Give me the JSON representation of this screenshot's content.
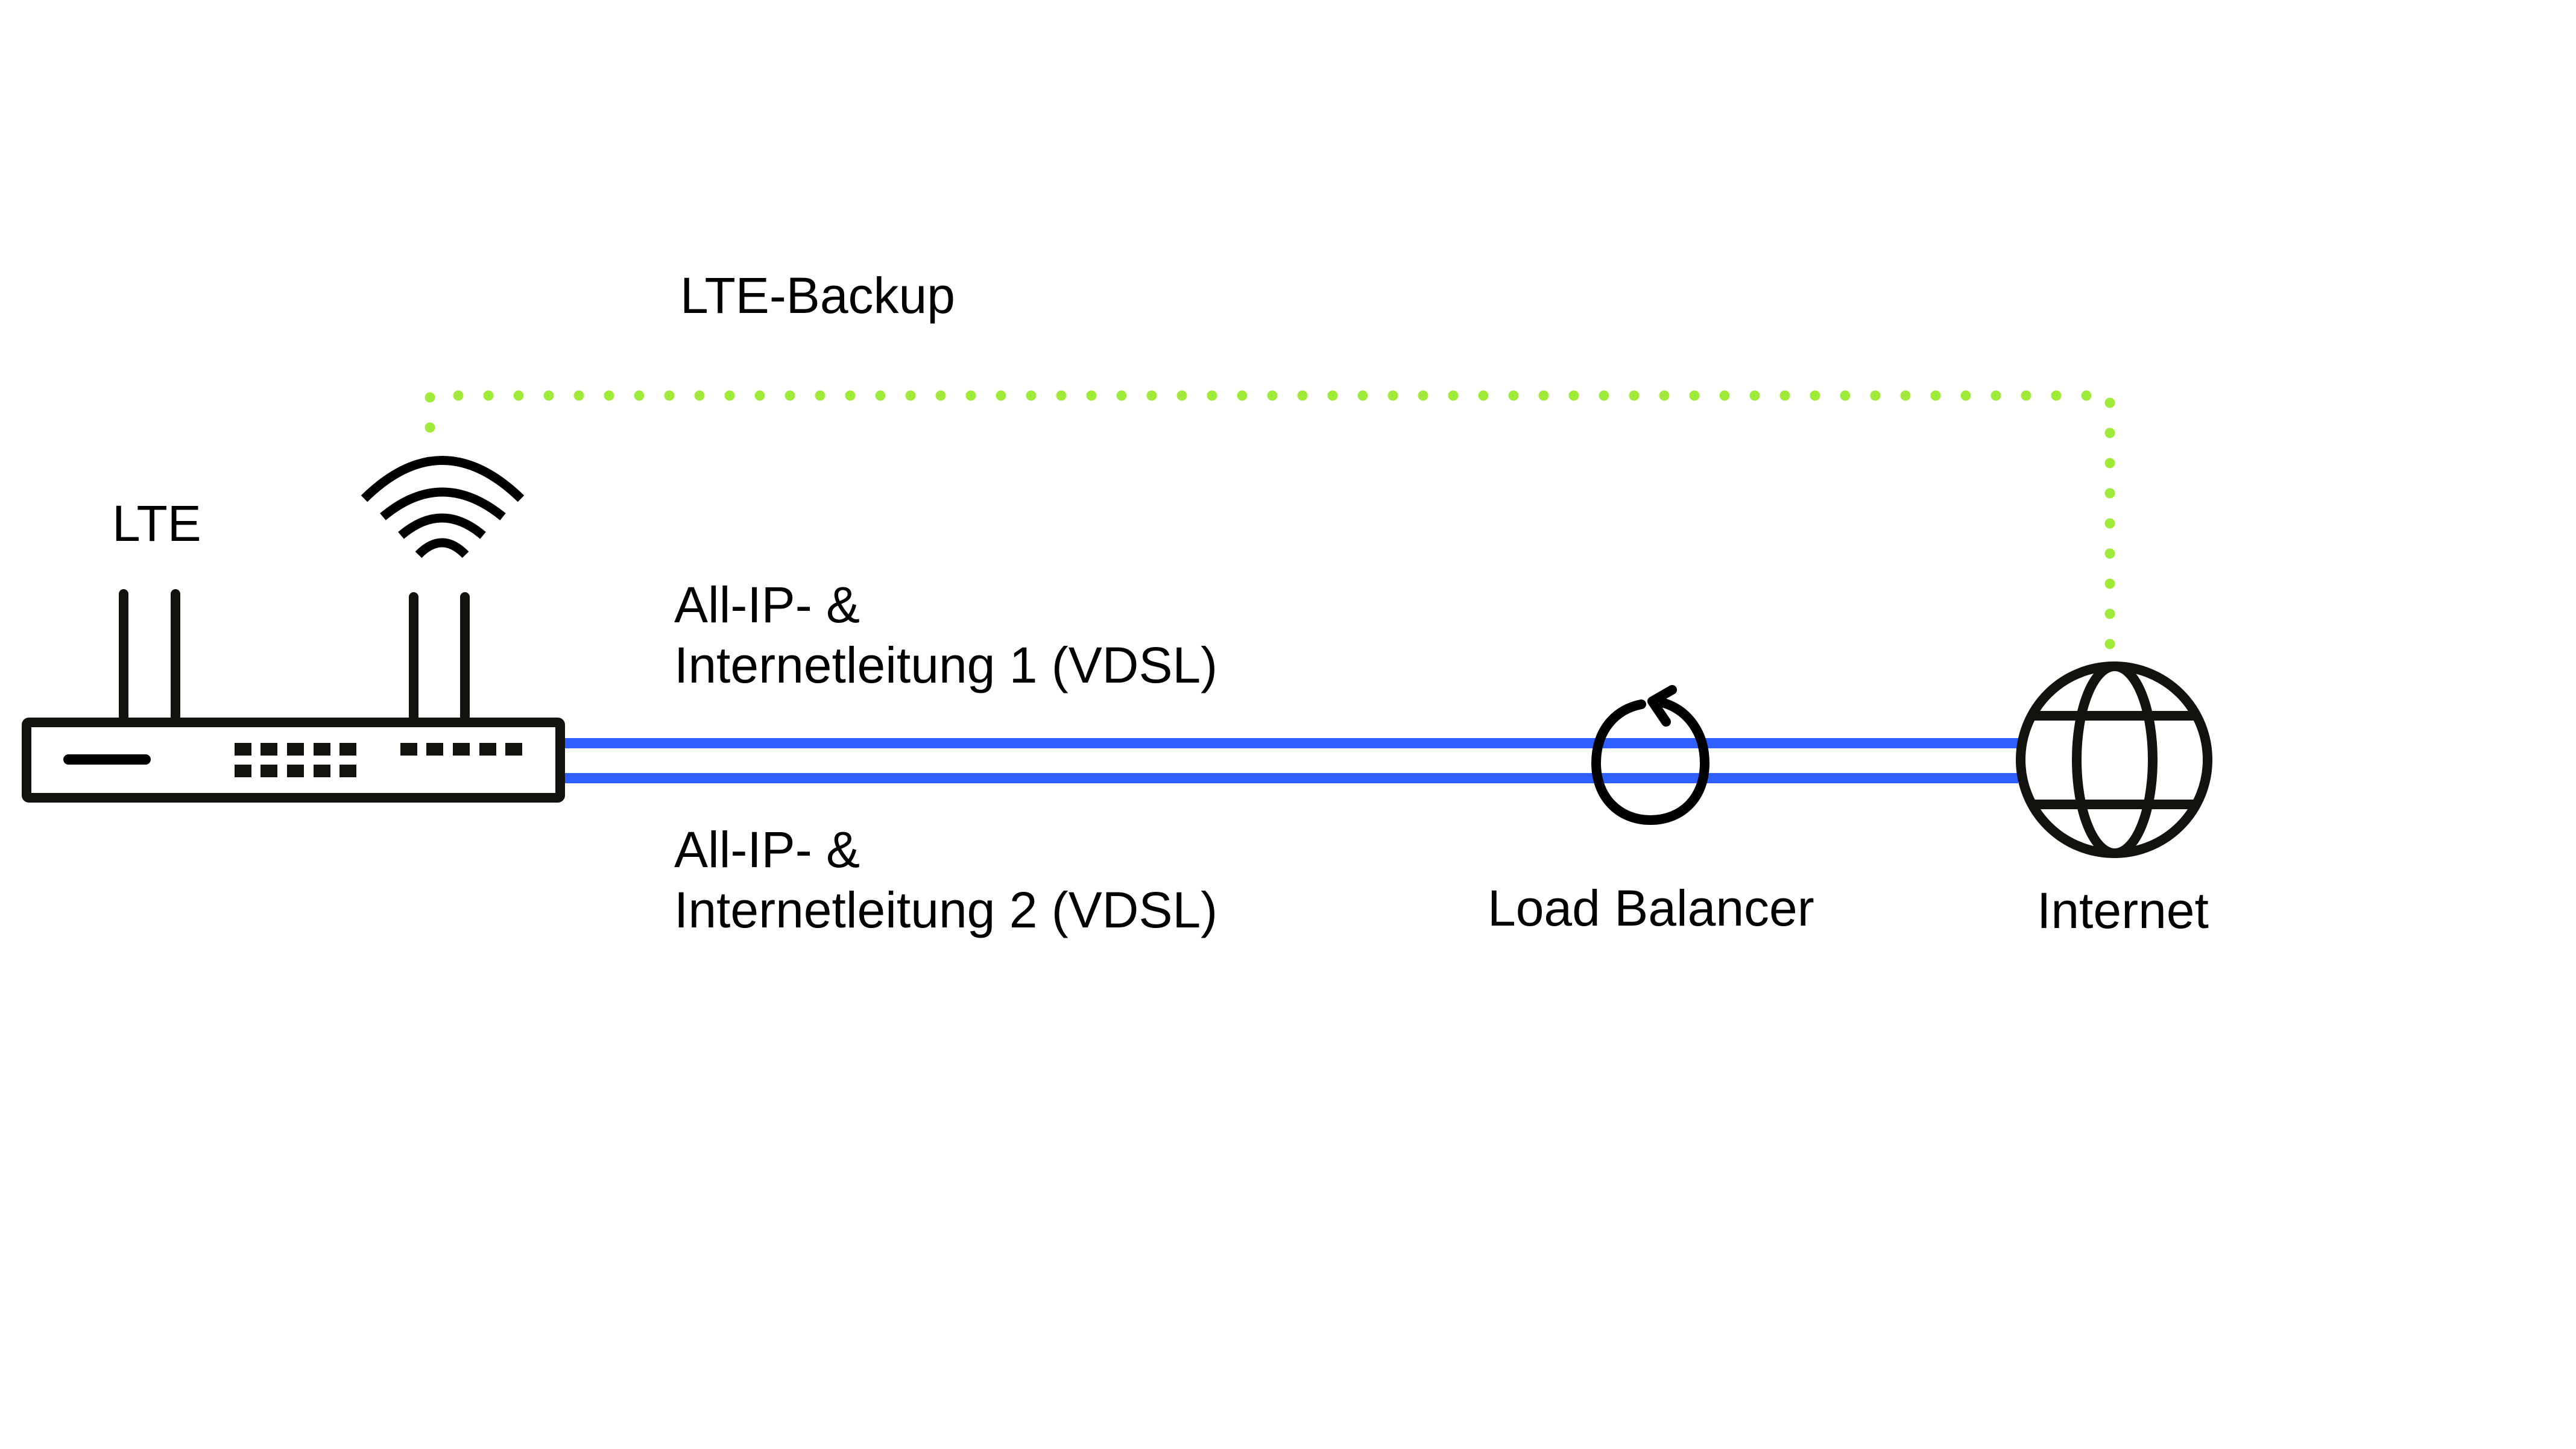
{
  "diagram": {
    "labels": {
      "lte_backup": "LTE-Backup",
      "lte": "LTE",
      "link1_line1": "All-IP- &",
      "link1_line2": "Internetleitung 1 (VDSL)",
      "link2_line1": "All-IP- &",
      "link2_line2": "Internetleitung 2 (VDSL)",
      "load_balancer": "Load Balancer",
      "internet": "Internet"
    },
    "nodes": [
      {
        "id": "router",
        "icon": "router-icon",
        "antennas": 4,
        "ports_row1_group1": 5,
        "ports_row2_group1": 5,
        "ports_group2": 5
      },
      {
        "id": "wifi",
        "icon": "wifi-signal-icon",
        "arcs": 4
      },
      {
        "id": "load-balancer",
        "icon": "rotate-ccw-icon"
      },
      {
        "id": "internet",
        "icon": "globe-icon"
      }
    ],
    "connections": [
      {
        "from": "router",
        "to": "internet",
        "label": "All-IP- & Internetleitung 1 (VDSL)",
        "style": "solid",
        "color": "#2F60FF"
      },
      {
        "from": "router",
        "to": "internet",
        "label": "All-IP- & Internetleitung 2 (VDSL)",
        "style": "solid",
        "color": "#2F60FF"
      },
      {
        "from": "router",
        "to": "internet",
        "label": "LTE-Backup",
        "style": "dotted",
        "color": "#A0EA3A"
      }
    ],
    "colors": {
      "line_primary": "#2F60FF",
      "line_backup": "#A0EA3A",
      "icon_stroke": "#13130E",
      "background": "#FFFFFF"
    }
  }
}
